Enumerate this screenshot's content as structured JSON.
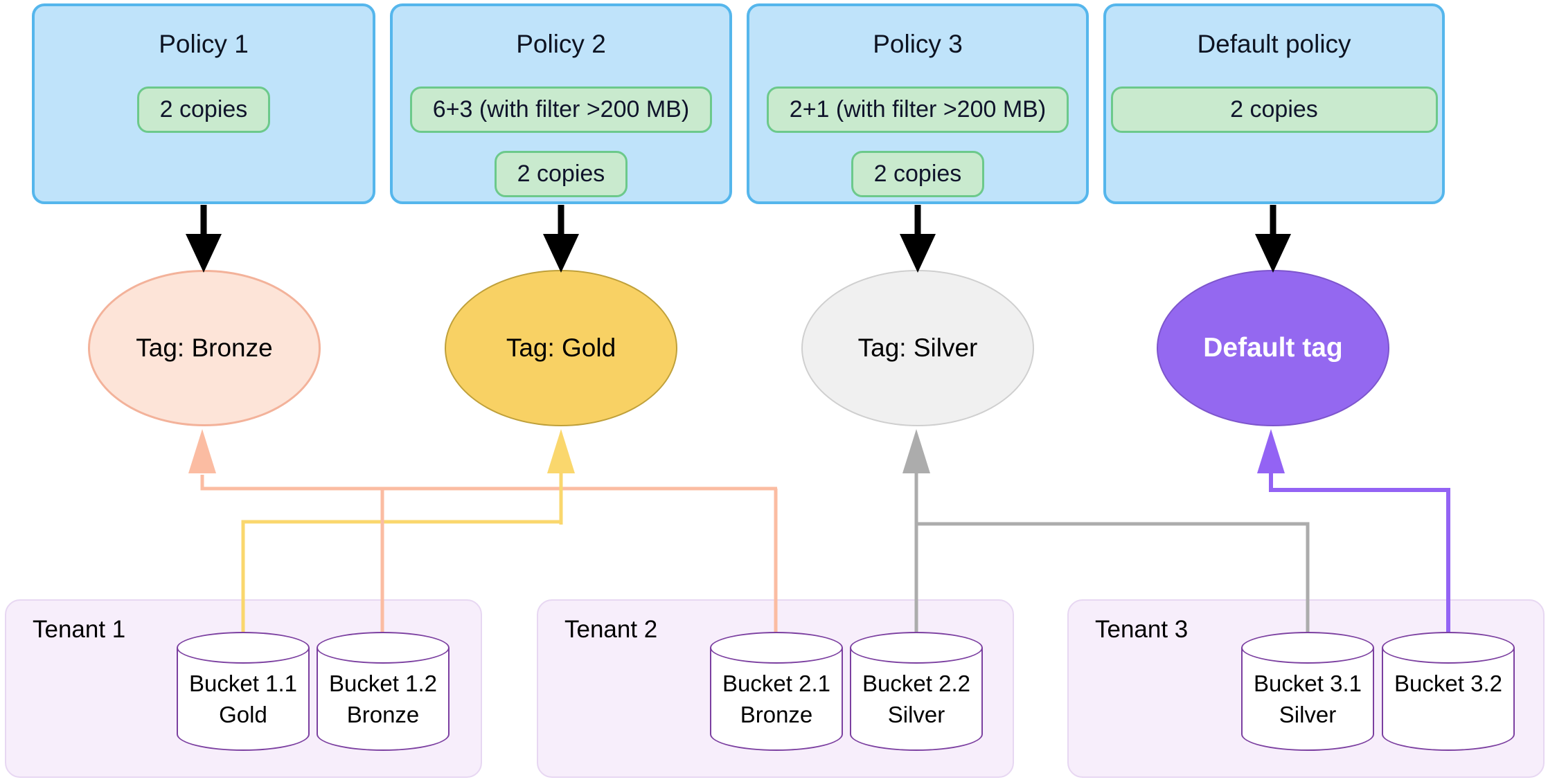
{
  "policies": [
    {
      "title": "Policy 1",
      "rules": [
        "2 copies"
      ]
    },
    {
      "title": "Policy 2",
      "rules": [
        "6+3 (with filter >200 MB)",
        "2 copies"
      ]
    },
    {
      "title": "Policy 3",
      "rules": [
        "2+1 (with filter >200 MB)",
        "2 copies"
      ]
    },
    {
      "title": "Default policy",
      "rules": [
        "2 copies"
      ]
    }
  ],
  "tags": [
    {
      "label": "Tag: Bronze",
      "fill": "#fde4d8",
      "border": "#f3b29a",
      "text_color": "#000000"
    },
    {
      "label": "Tag: Gold",
      "fill": "#f8d164",
      "border": "#bfa03a",
      "text_color": "#000000"
    },
    {
      "label": "Tag: Silver",
      "fill": "#f0f0f0",
      "border": "#cfcfcf",
      "text_color": "#000000"
    },
    {
      "label": "Default tag",
      "fill": "#9468f0",
      "border": "#7d55cc",
      "text_color": "#ffffff"
    }
  ],
  "tenants": [
    {
      "name": "Tenant 1",
      "buckets": [
        {
          "name": "Bucket 1.1",
          "tag": "Gold"
        },
        {
          "name": "Bucket 1.2",
          "tag": "Bronze"
        }
      ]
    },
    {
      "name": "Tenant 2",
      "buckets": [
        {
          "name": "Bucket 2.1",
          "tag": "Bronze"
        },
        {
          "name": "Bucket 2.2",
          "tag": "Silver"
        }
      ]
    },
    {
      "name": "Tenant 3",
      "buckets": [
        {
          "name": "Bucket 3.1",
          "tag": "Silver"
        },
        {
          "name": "Bucket 3.2",
          "tag": ""
        }
      ]
    }
  ],
  "colors": {
    "policy_fill": "#bfe3fa",
    "policy_border": "#55b6ec",
    "rule_pill_fill": "#c9eace",
    "rule_pill_border": "#6cc98b",
    "tenant_fill": "#f7eefb",
    "tenant_border": "#e7d7f2",
    "bucket_outline": "#7b3fa0",
    "connector_bronze": "#fbbca2",
    "connector_gold": "#fad76d",
    "connector_silver": "#acacac",
    "connector_default": "#9363f4",
    "policy_arrow": "#000000"
  }
}
